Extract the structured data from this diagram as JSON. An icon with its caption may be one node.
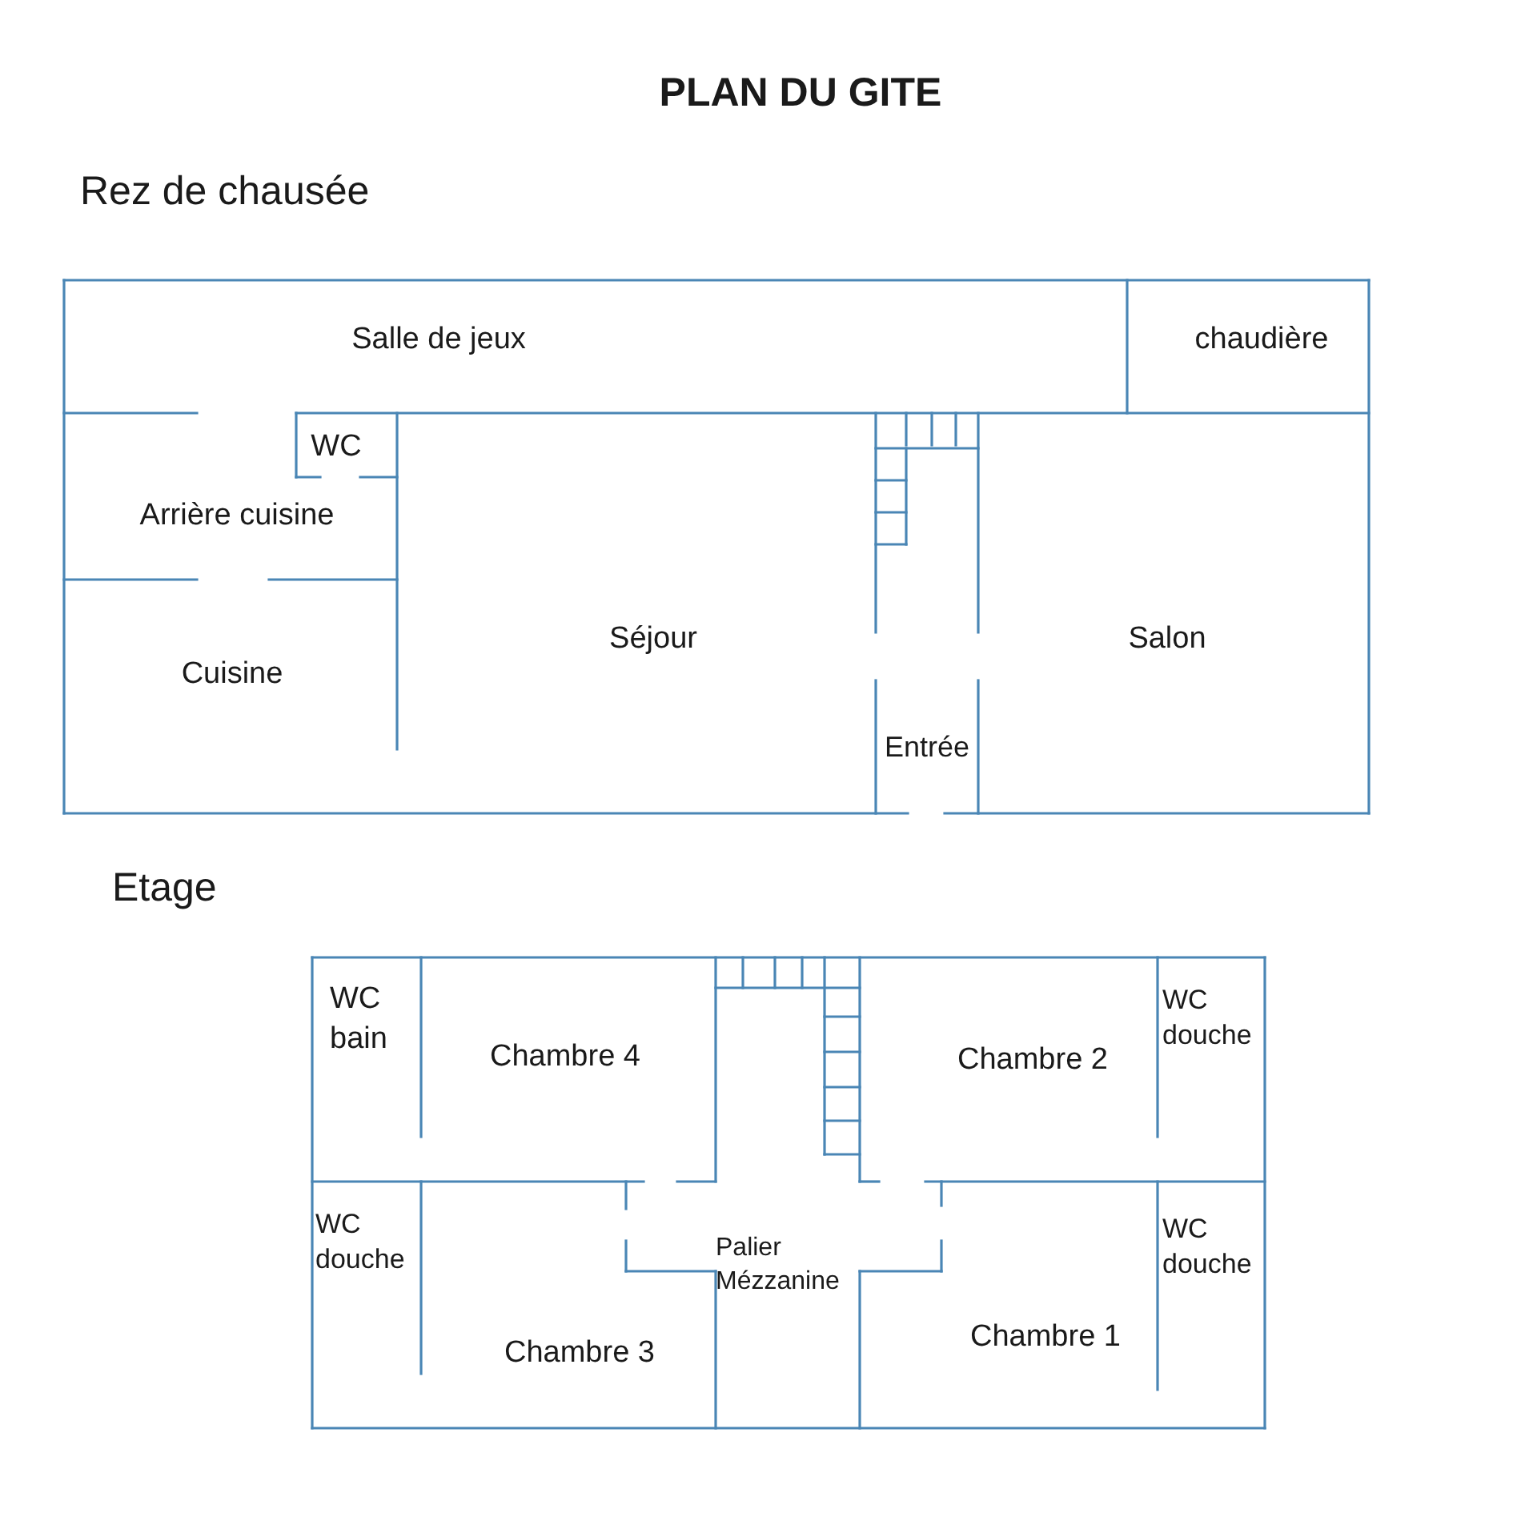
{
  "diagram": {
    "title": "PLAN DU GITE",
    "labels": [
      "Rez de chausée",
      "Salle de jeux",
      "chaudière",
      "WC",
      "Arrière cuisine",
      "Séjour",
      "Salon",
      "Cuisine",
      "Entrée",
      "Etage",
      "WC bain",
      "Chambre 4",
      "Chambre 2",
      "WC douche",
      "WC douche",
      "Palier Mézzanine",
      "WC douche",
      "Chambre 3",
      "Chambre 1"
    ]
  }
}
